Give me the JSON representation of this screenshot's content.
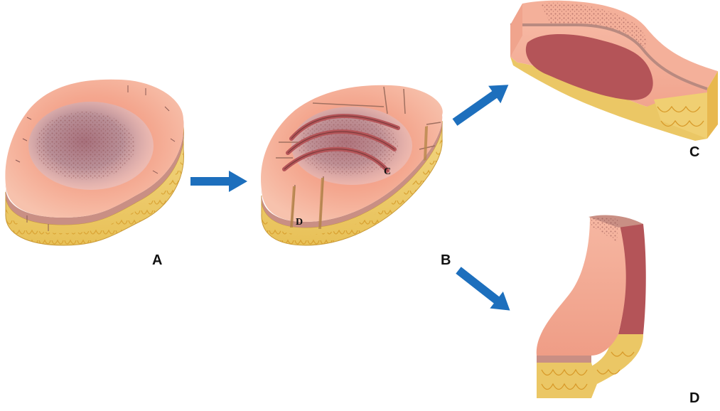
{
  "labels": {
    "a": "A",
    "b": "B",
    "c": "C",
    "d": "D",
    "inner_c": "C",
    "inner_d": "D"
  },
  "colors": {
    "skin": "#f3a48c",
    "skin_light": "#f6b9a4",
    "skin_edge": "#c98f84",
    "fat": "#ebc765",
    "fat_line": "#d89a2a",
    "lesion": "#b45458",
    "lesion_dots": "#8b4a4a",
    "arrow": "#1d6fbd"
  }
}
